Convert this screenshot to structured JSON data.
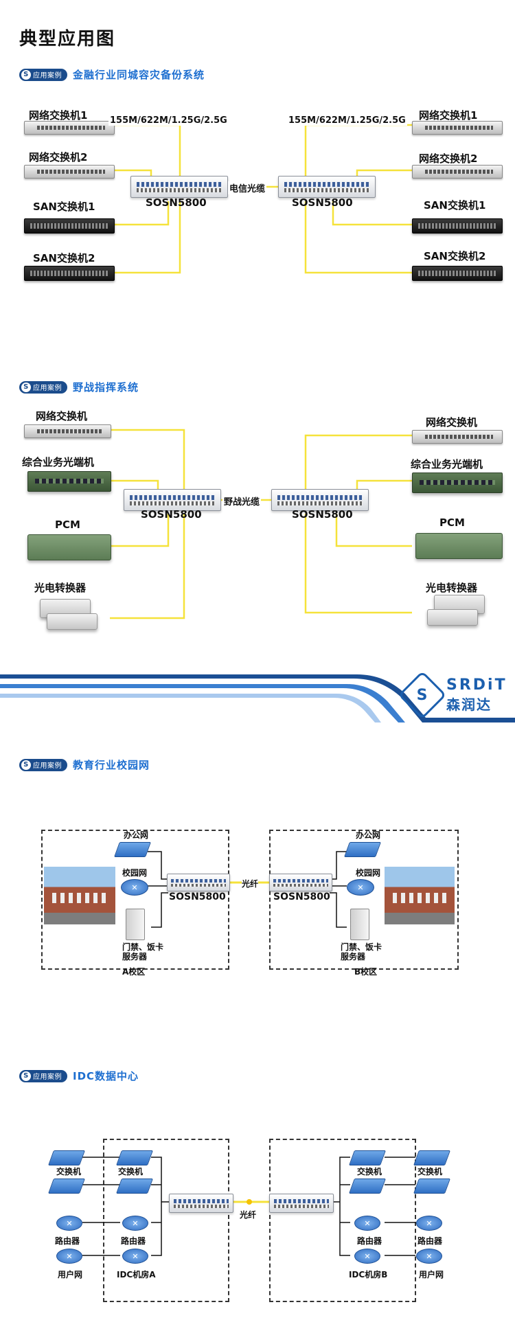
{
  "page": {
    "title": "典型应用图"
  },
  "badge_label": "应用案例",
  "section1": {
    "title": "金融行业同城容灾备份系统",
    "left_devices": [
      "网络交换机1",
      "网络交换机2",
      "SAN交换机1",
      "SAN交换机2"
    ],
    "right_devices": [
      "网络交换机1",
      "网络交换机2",
      "SAN交换机1",
      "SAN交换机2"
    ],
    "rate_left": "155M/622M/1.25G/2.5G",
    "rate_right": "155M/622M/1.25G/2.5G",
    "link_label": "电信光缆",
    "node_left": "SOSN5800",
    "node_right": "SOSN5800"
  },
  "section2": {
    "title": "野战指挥系统",
    "left_devices": [
      "网络交换机",
      "综合业务光端机",
      "PCM",
      "光电转换器"
    ],
    "right_devices": [
      "网络交换机",
      "综合业务光端机",
      "PCM",
      "光电转换器"
    ],
    "link_label": "野战光缆",
    "node_left": "SOSN5800",
    "node_right": "SOSN5800"
  },
  "brand": {
    "en": "SRDiT",
    "cn": "森润达"
  },
  "section3": {
    "title": "教育行业校园网",
    "office_left": "办公网",
    "office_right": "办公网",
    "campus_left": "校园网",
    "campus_right": "校园网",
    "server_left": "门禁、饭卡服务器",
    "server_right": "门禁、饭卡服务器",
    "zone_left": "A校区",
    "zone_right": "B校区",
    "link_label": "光纤",
    "node_left": "SOSN5800",
    "node_right": "SOSN5800"
  },
  "section4": {
    "title": "IDC数据中心",
    "switch_label": "交换机",
    "router_label": "路由器",
    "user_net_label": "用户网",
    "zone_left": "IDC机房A",
    "zone_right": "IDC机房B",
    "link_label": "光纤"
  },
  "colors": {
    "link": "#f5e23a",
    "accent": "#1e6fd0",
    "brand": "#1b5fae",
    "badge": "#1b4c8c"
  }
}
